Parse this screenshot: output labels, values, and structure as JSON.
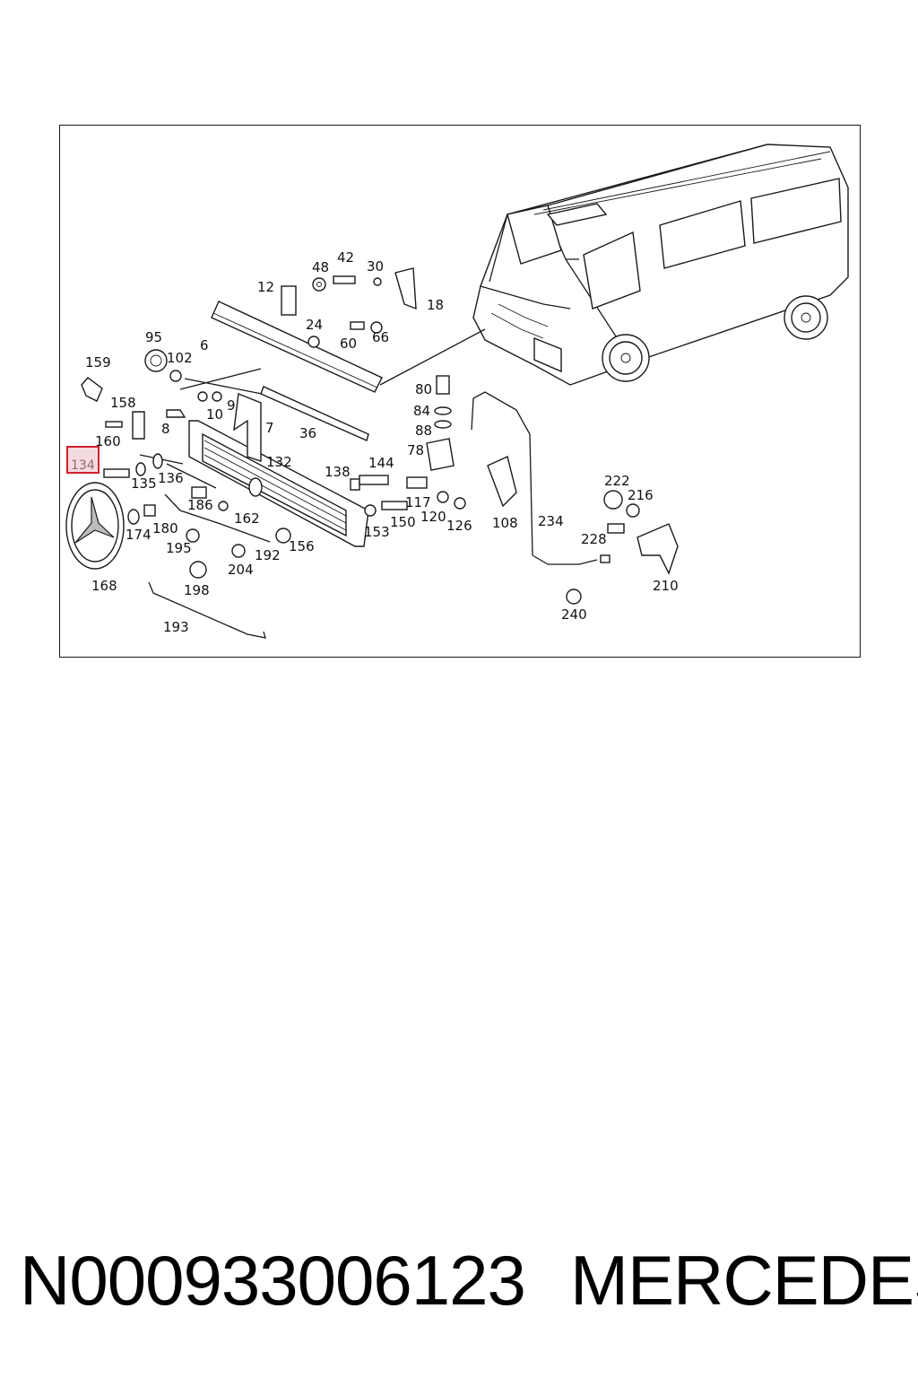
{
  "labels": {
    "l12": "12",
    "l48": "48",
    "l42": "42",
    "l30": "30",
    "l18": "18",
    "l24": "24",
    "l60": "60",
    "l66": "66",
    "l95": "95",
    "l6": "6",
    "l102": "102",
    "l159": "159",
    "l158": "158",
    "l160": "160",
    "l8": "8",
    "l10": "10",
    "l9": "9",
    "l7": "7",
    "l36": "36",
    "l132": "132",
    "l134": "134",
    "l135": "135",
    "l136": "136",
    "l186": "186",
    "l162": "162",
    "l174": "174",
    "l180": "180",
    "l195": "195",
    "l192": "192",
    "l156": "156",
    "l204": "204",
    "l198": "198",
    "l168": "168",
    "l193": "193",
    "l138": "138",
    "l144": "144",
    "l117": "117",
    "l150": "150",
    "l153": "153",
    "l120": "120",
    "l126": "126",
    "l80": "80",
    "l84": "84",
    "l88": "88",
    "l78": "78",
    "l108": "108",
    "l234": "234",
    "l222": "222",
    "l216": "216",
    "l228": "228",
    "l210": "210",
    "l240": "240"
  },
  "highlighted_label": "134",
  "footer": {
    "part_number": "N000933006123",
    "brand": "MERCEDES"
  }
}
